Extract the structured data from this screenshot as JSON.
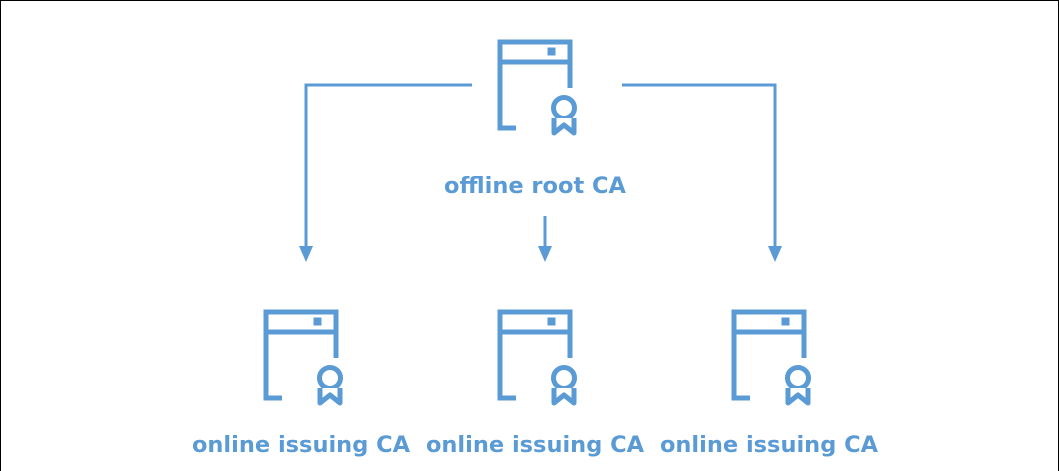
{
  "diagram": {
    "accent_color": "#5B9BD5",
    "root": {
      "label": "offline root CA",
      "icon": "server-certificate-icon"
    },
    "children": [
      {
        "label": "online issuing CA",
        "icon": "server-certificate-icon"
      },
      {
        "label": "online issuing CA",
        "icon": "server-certificate-icon"
      },
      {
        "label": "online issuing CA",
        "icon": "server-certificate-icon"
      }
    ]
  }
}
